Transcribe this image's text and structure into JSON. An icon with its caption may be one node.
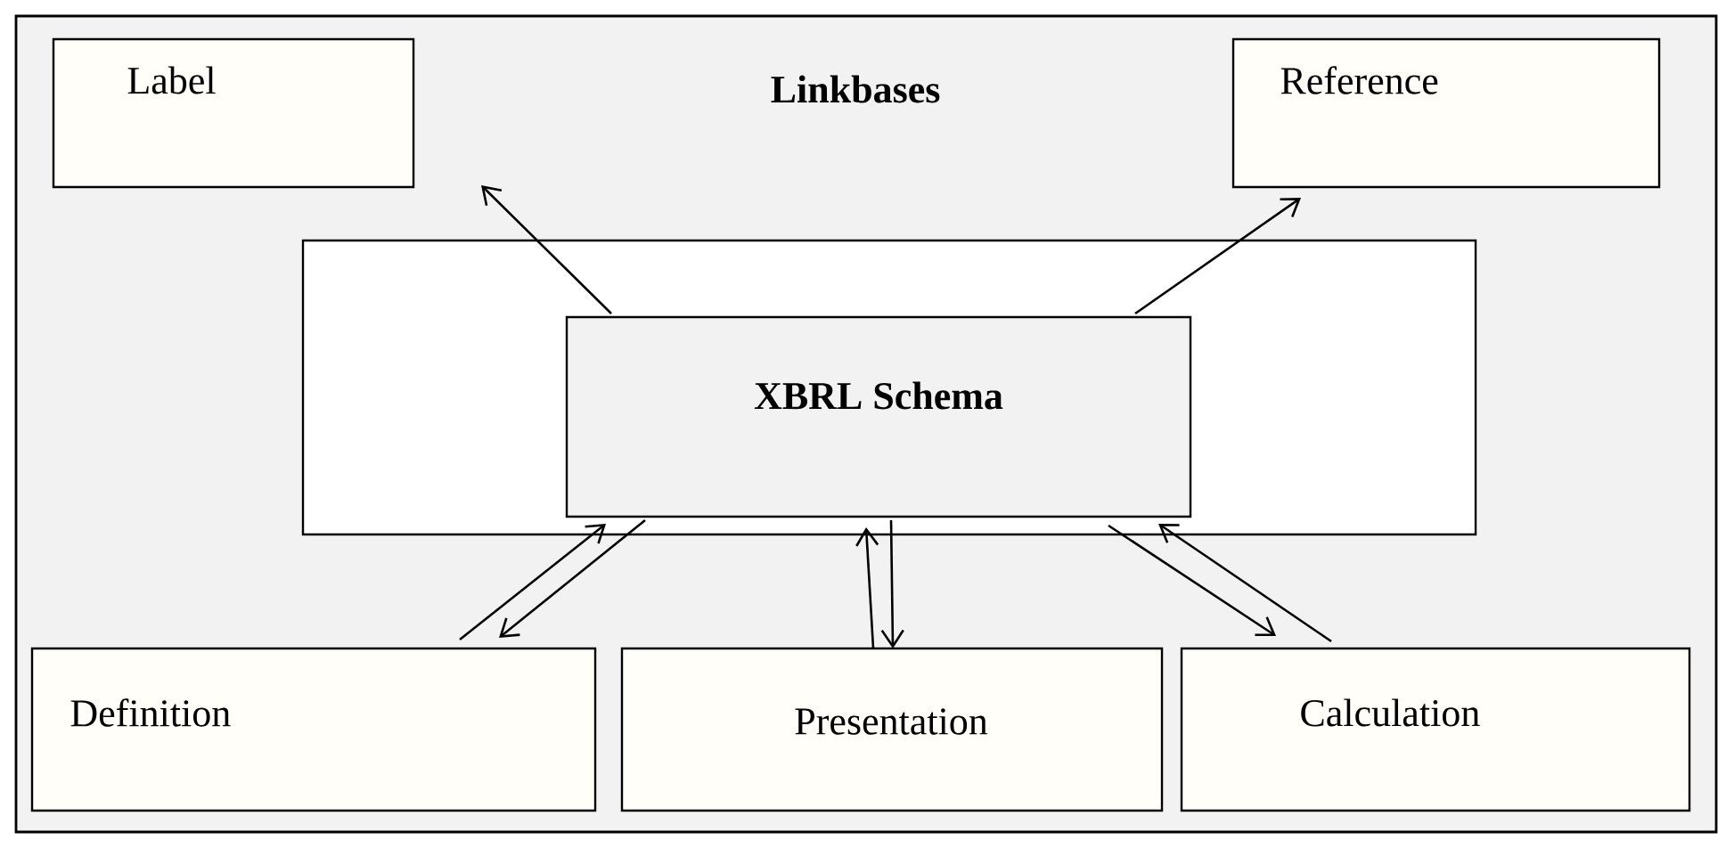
{
  "diagram": {
    "nodes": [
      {
        "text": [
          "Linkbases"
        ]
      },
      {
        "text": [
          "Label"
        ],
        "in": 0
      },
      {
        "text": [
          "Reference"
        ],
        "in": 0
      },
      {
        "text": [],
        "shape": "box",
        "in": 0
      },
      {
        "text": [
          "XBRL Schema"
        ],
        "in": 3
      },
      {
        "text": [
          "Definition"
        ],
        "in": 0
      },
      {
        "text": [
          "Presentation"
        ],
        "in": 0
      },
      {
        "text": [
          "Calculation"
        ],
        "in": 0
      }
    ],
    "edges": [
      {
        "from": 4,
        "to": 1,
        "arrow": "to"
      },
      {
        "from": 4,
        "to": 2,
        "arrow": "to"
      },
      {
        "from": 5,
        "to": 4,
        "arrow": "to"
      },
      {
        "from": 4,
        "to": 5,
        "arrow": "to"
      },
      {
        "from": 6,
        "to": 4,
        "arrow": "to"
      },
      {
        "from": 4,
        "to": 6,
        "arrow": "to"
      },
      {
        "from": 7,
        "to": 4,
        "arrow": "to"
      },
      {
        "from": 4,
        "to": 7,
        "arrow": "to"
      }
    ]
  }
}
